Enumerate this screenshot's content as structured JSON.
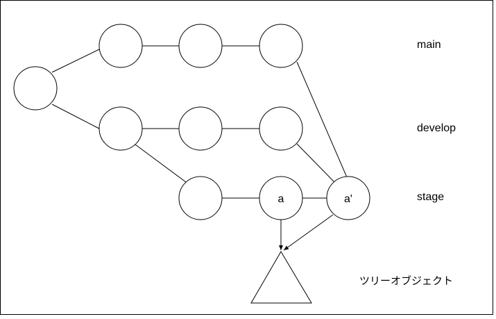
{
  "diagram": {
    "branches": {
      "main": "main",
      "develop": "develop",
      "stage": "stage"
    },
    "commits": {
      "a": "a",
      "a_prime": "a'"
    },
    "tree_object": "ツリーオブジェクト"
  }
}
